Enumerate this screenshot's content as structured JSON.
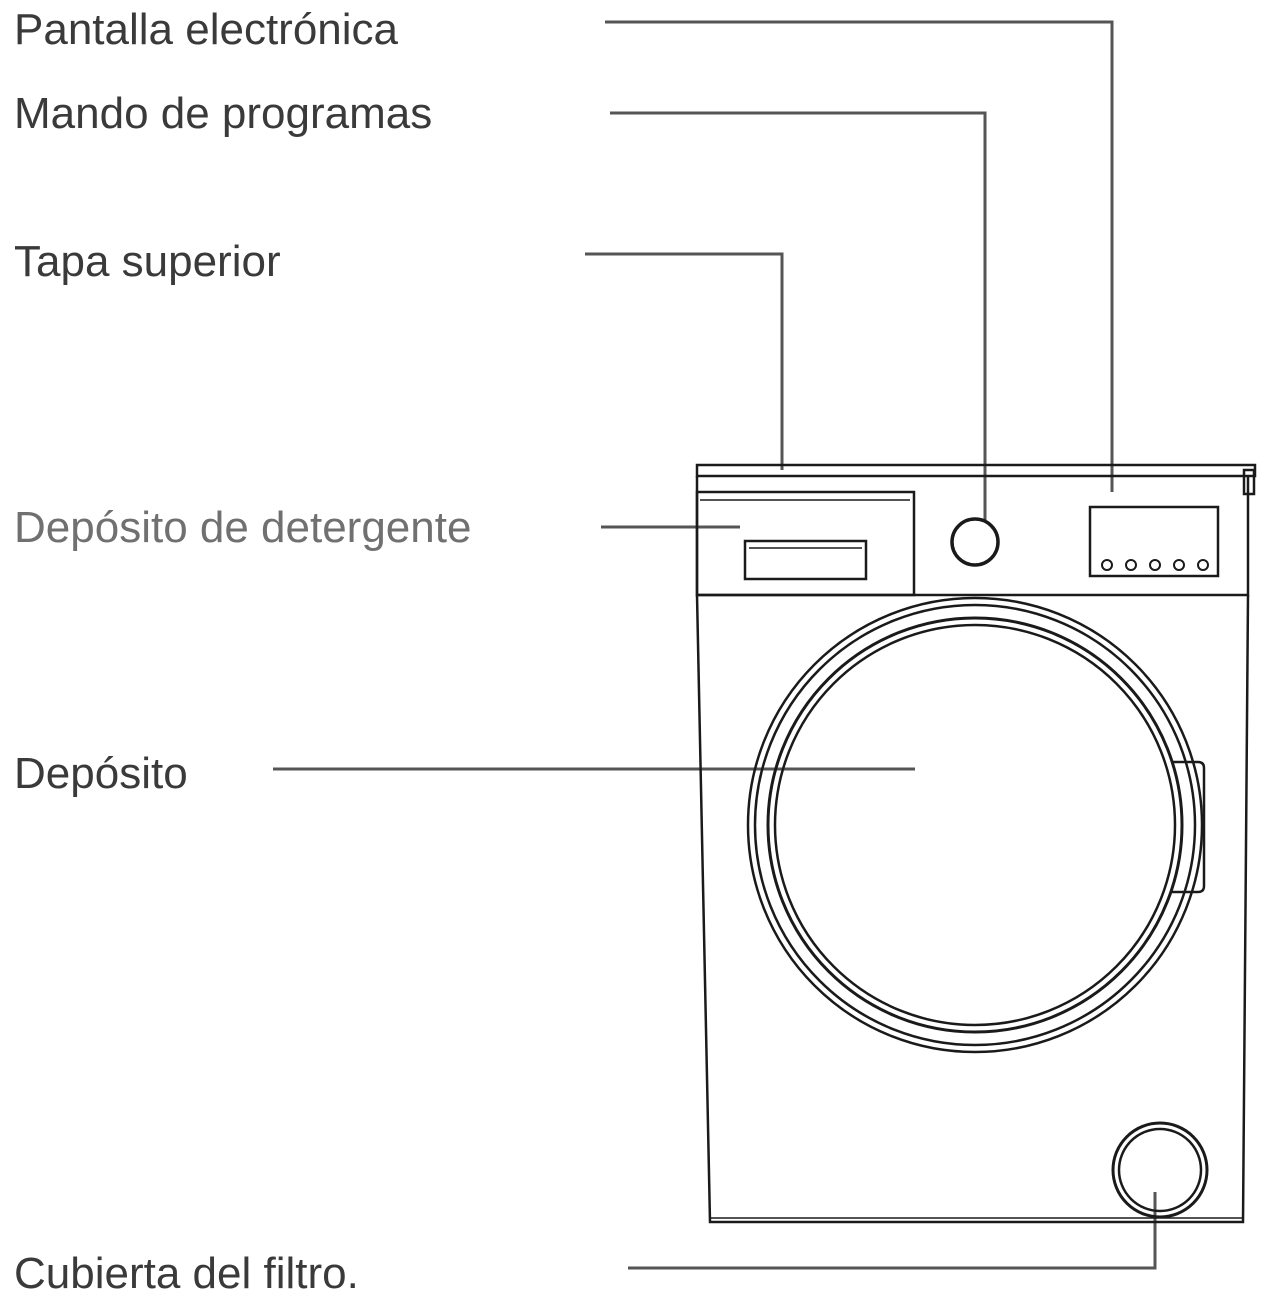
{
  "labels": {
    "display": "Pantalla electrónica",
    "program_knob": "Mando de programas",
    "top_cover": "Tapa superior",
    "detergent_drawer": "Depósito de detergente",
    "door": "Depósito",
    "filter_cover": "Cubierta del filtro."
  },
  "colors": {
    "machine_line": "#1a1a1a",
    "leader_line": "#555555",
    "label_dark": "#3a3a3a",
    "label_light": "#707070"
  }
}
